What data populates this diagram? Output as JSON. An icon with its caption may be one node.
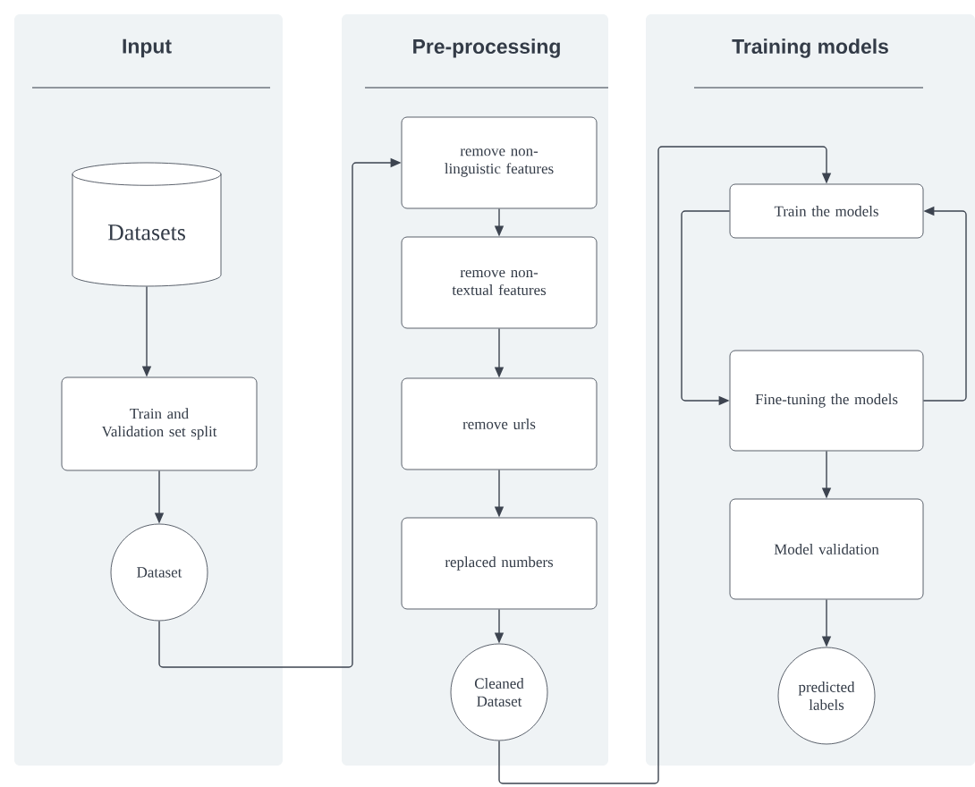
{
  "diagram": {
    "nodes": [
      {
        "text": [
          "Input"
        ]
      },
      {
        "text": [
          "Pre-processing"
        ]
      },
      {
        "text": [
          "Training models"
        ]
      },
      {
        "text": [
          "Datasets"
        ],
        "in": 0
      },
      {
        "text": [
          "Train and Validation set split"
        ],
        "in": 0
      },
      {
        "text": [
          "Dataset"
        ],
        "in": 0
      },
      {
        "text": [
          "remove non-linguistic features"
        ],
        "in": 1
      },
      {
        "text": [
          "remove non-textual features"
        ],
        "in": 1
      },
      {
        "text": [
          "remove urls"
        ],
        "in": 1
      },
      {
        "text": [
          "replaced numbers"
        ],
        "in": 1
      },
      {
        "text": [
          "Cleaned Dataset"
        ],
        "in": 1
      },
      {
        "text": [
          "Train the models"
        ],
        "in": 2
      },
      {
        "text": [
          "Fine-tuning the models"
        ],
        "in": 2
      },
      {
        "text": [
          "Model validation"
        ],
        "in": 2
      },
      {
        "text": [
          "predicted labels"
        ],
        "in": 2
      }
    ],
    "edges": [
      {
        "from": 3,
        "to": 4,
        "arrow": "to"
      },
      {
        "from": 4,
        "to": 5,
        "arrow": "to"
      },
      {
        "from": 5,
        "to": 6,
        "arrow": "to"
      },
      {
        "from": 6,
        "to": 7,
        "arrow": "to"
      },
      {
        "from": 7,
        "to": 8,
        "arrow": "to"
      },
      {
        "from": 8,
        "to": 9,
        "arrow": "to"
      },
      {
        "from": 9,
        "to": 10,
        "arrow": "to"
      },
      {
        "from": 10,
        "to": 11,
        "arrow": "to"
      },
      {
        "from": 11,
        "to": 12,
        "arrow": "to"
      },
      {
        "from": 12,
        "to": 11,
        "arrow": "to"
      },
      {
        "from": 12,
        "to": 13,
        "arrow": "to"
      },
      {
        "from": 13,
        "to": 14,
        "arrow": "to"
      }
    ]
  }
}
